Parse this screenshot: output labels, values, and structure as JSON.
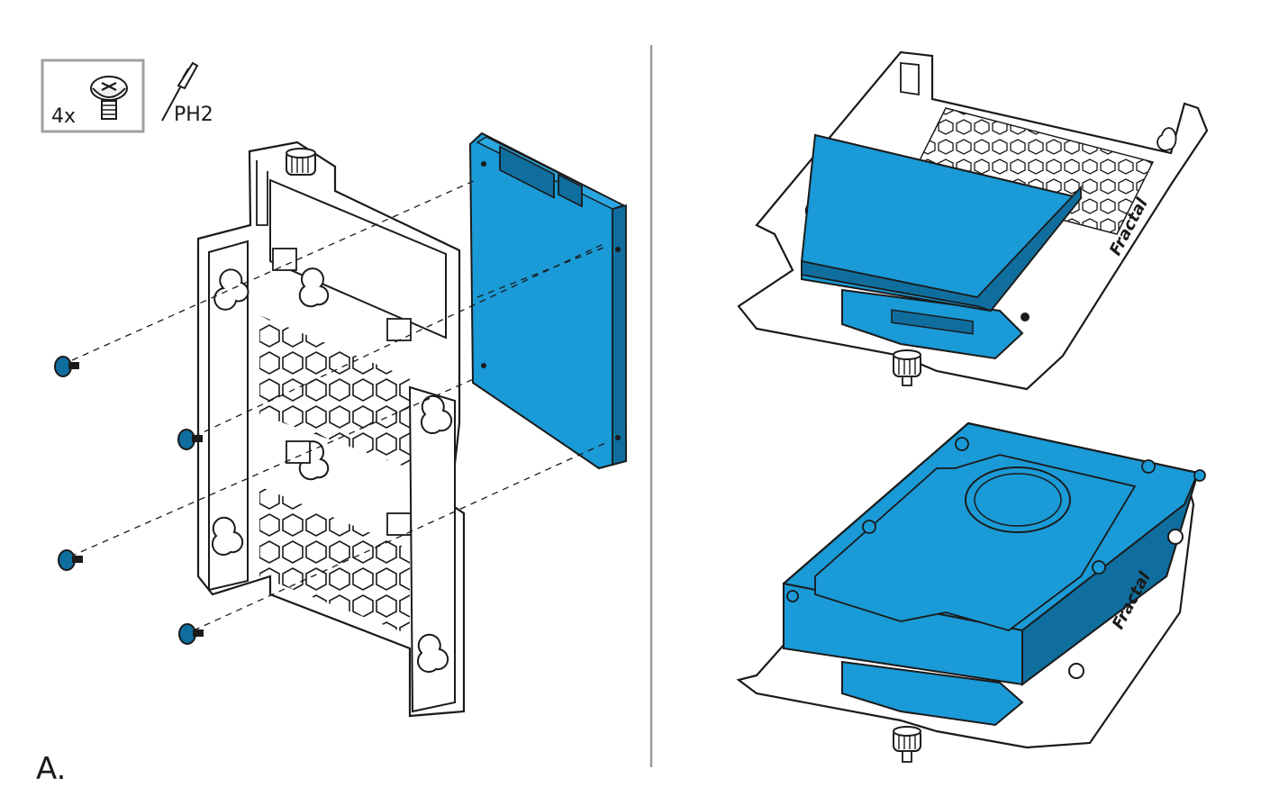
{
  "parts_box": {
    "quantity": "4x",
    "tool": "PH2"
  },
  "step_label": "A.",
  "brand_text": "Fractal",
  "colors": {
    "drive": "#1a9ad6",
    "drive_dark": "#0f6e9e",
    "line": "#1a1a1a",
    "divider": "#9a9a9a",
    "box_border": "#a0a0a0"
  },
  "icons": [
    "screw-icon",
    "screwdriver-icon",
    "thumbscrew-icon"
  ]
}
